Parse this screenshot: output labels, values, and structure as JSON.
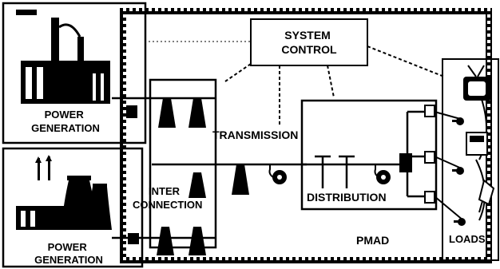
{
  "labels": {
    "system_control": [
      "SYSTEM",
      "CONTROL"
    ],
    "power_generation_top": [
      "POWER",
      "GENERATION"
    ],
    "power_generation_bottom": [
      "POWER",
      "GENERATION"
    ],
    "transmission": "TRANSMISSION",
    "interconnection": [
      "INTER",
      "CONNECTION"
    ],
    "distribution": "DISTRIBUTION",
    "pmad": "PMAD",
    "loads": "LOADS"
  },
  "colors": {
    "ink": "#000000",
    "paper": "#ffffff"
  }
}
